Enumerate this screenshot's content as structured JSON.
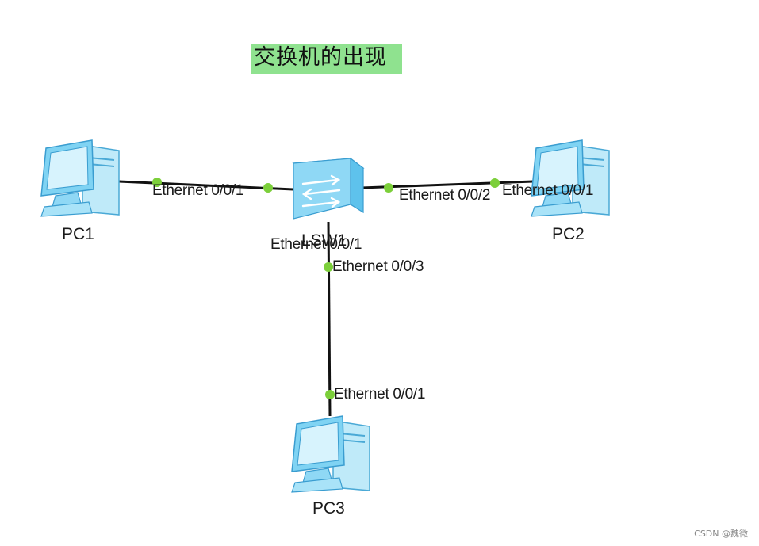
{
  "title": "交换机的出现",
  "colors": {
    "title_bg": "#8fe28f",
    "link": "#111111",
    "port_dot": "#7ccf3a",
    "device_fill": "#8fd8f5",
    "device_stroke": "#4aa9d6"
  },
  "devices": {
    "pc1": {
      "label": "PC1",
      "icon": "pc-icon"
    },
    "pc2": {
      "label": "PC2",
      "icon": "pc-icon"
    },
    "pc3": {
      "label": "PC3",
      "icon": "pc-icon"
    },
    "switch": {
      "label": "LSW1",
      "icon": "switch-icon"
    }
  },
  "ports": {
    "pc1_side": "Ethernet 0/0/1",
    "sw_to_pc1": "Ethernet 0/0/1",
    "sw_to_pc2": "Ethernet 0/0/2",
    "pc2_side": "Ethernet 0/0/1",
    "sw_to_pc3": "Ethernet 0/0/3",
    "pc3_side": "Ethernet 0/0/1"
  },
  "watermark": "CSDN @魏微"
}
